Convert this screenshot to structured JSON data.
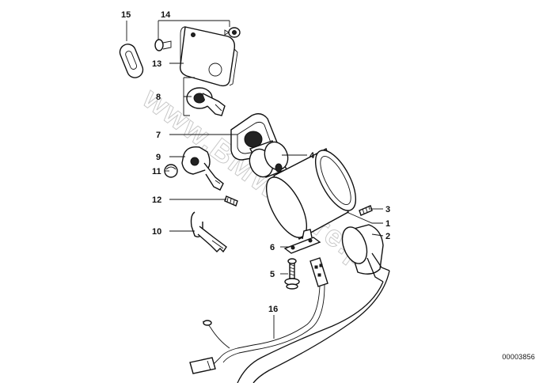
{
  "watermark": "www.BMWstore.pl",
  "reference_number": "00003856",
  "callouts": [
    {
      "id": "1",
      "label": "1"
    },
    {
      "id": "2",
      "label": "2"
    },
    {
      "id": "3",
      "label": "3"
    },
    {
      "id": "4",
      "label": "4"
    },
    {
      "id": "5",
      "label": "5"
    },
    {
      "id": "6",
      "label": "6"
    },
    {
      "id": "7",
      "label": "7"
    },
    {
      "id": "8",
      "label": "8"
    },
    {
      "id": "9",
      "label": "9"
    },
    {
      "id": "10",
      "label": "10"
    },
    {
      "id": "11",
      "label": "11"
    },
    {
      "id": "12",
      "label": "12"
    },
    {
      "id": "13",
      "label": "13"
    },
    {
      "id": "14",
      "label": "14"
    },
    {
      "id": "15",
      "label": "15"
    },
    {
      "id": "16",
      "label": "16"
    }
  ]
}
